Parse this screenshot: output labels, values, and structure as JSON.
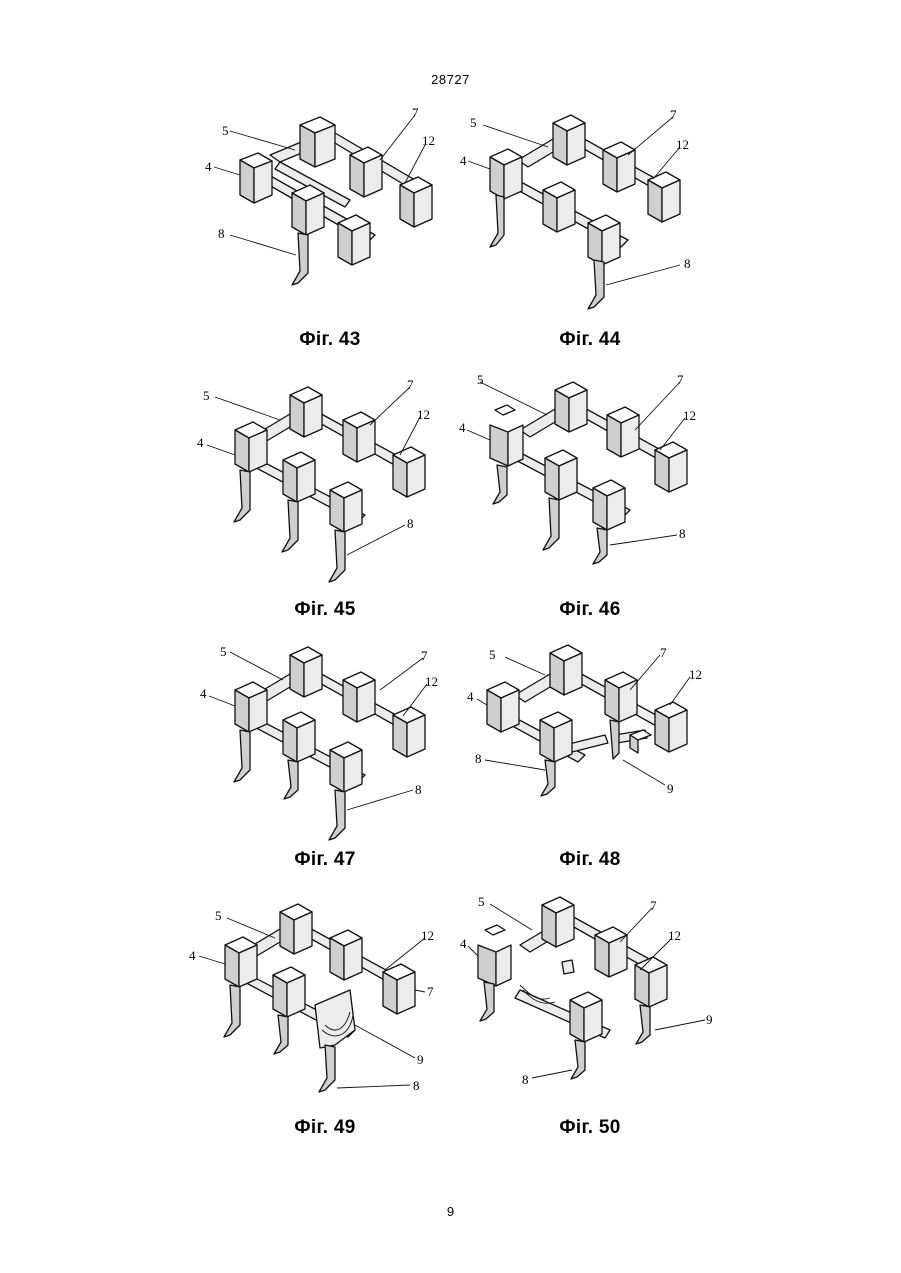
{
  "header": {
    "document_number": "28727"
  },
  "footer": {
    "page_number": "9"
  },
  "figures": [
    {
      "caption": "Фіг. 43",
      "labels": {
        "a": "5",
        "b": "4",
        "c": "7",
        "d": "12",
        "e": "8"
      }
    },
    {
      "caption": "Фіг. 44",
      "labels": {
        "a": "5",
        "b": "4",
        "c": "7",
        "d": "12",
        "e": "8"
      }
    },
    {
      "caption": "Фіг. 45",
      "labels": {
        "a": "5",
        "b": "4",
        "c": "7",
        "d": "12",
        "e": "8"
      }
    },
    {
      "caption": "Фіг. 46",
      "labels": {
        "a": "5",
        "b": "4",
        "c": "7",
        "d": "12",
        "e": "8"
      }
    },
    {
      "caption": "Фіг. 47",
      "labels": {
        "a": "5",
        "b": "4",
        "c": "7",
        "d": "12",
        "e": "8"
      }
    },
    {
      "caption": "Фіг. 48",
      "labels": {
        "a": "5",
        "b": "4",
        "c": "7",
        "d": "12",
        "e": "8",
        "f": "9"
      }
    },
    {
      "caption": "Фіг. 49",
      "labels": {
        "a": "5",
        "b": "4",
        "c": "12",
        "d": "7",
        "e": "8",
        "f": "9"
      }
    },
    {
      "caption": "Фіг. 50",
      "labels": {
        "a": "5",
        "b": "4",
        "c": "7",
        "d": "12",
        "e": "8",
        "f": "9"
      }
    }
  ]
}
